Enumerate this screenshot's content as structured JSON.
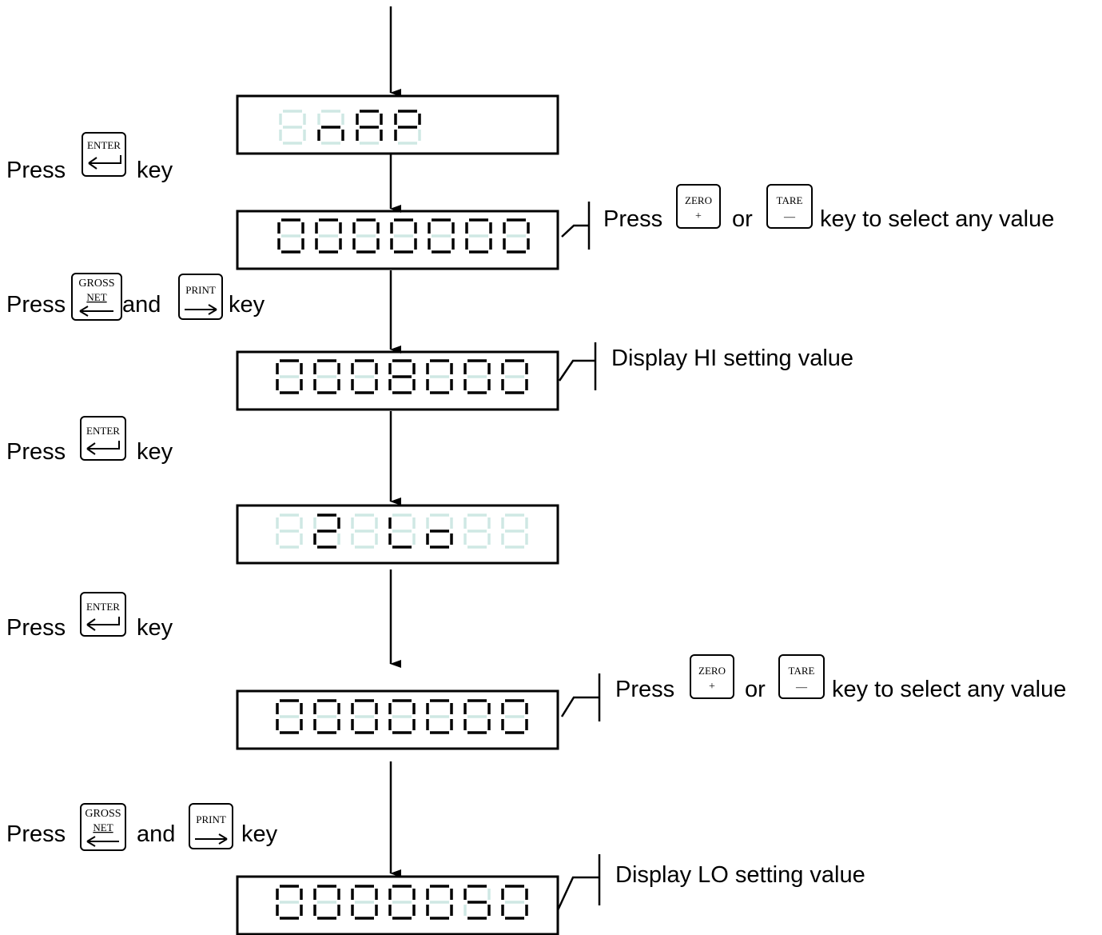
{
  "colors": {
    "seg_on": "#000000",
    "seg_off": "#cfe8e4",
    "line": "#000000"
  },
  "displays": [
    {
      "name": "display-map",
      "chars": [
        "~",
        "n",
        "A",
        "P"
      ]
    },
    {
      "name": "display-hi-edit",
      "chars": [
        "0",
        "0",
        "0",
        "0",
        "0",
        "0",
        "0"
      ]
    },
    {
      "name": "display-hi-value",
      "chars": [
        "0",
        "0",
        "0",
        "8",
        "0",
        "0",
        "0"
      ]
    },
    {
      "name": "display-2lo",
      "chars": [
        "~",
        "2",
        "~",
        "L",
        "o",
        "~",
        "~"
      ]
    },
    {
      "name": "display-lo-edit",
      "chars": [
        "0",
        "0",
        "0",
        "0",
        "0",
        "0",
        "0"
      ]
    },
    {
      "name": "display-lo-value",
      "chars": [
        "0",
        "0",
        "0",
        "0",
        "0",
        "5",
        "0"
      ]
    }
  ],
  "keys": {
    "enter": "ENTER",
    "gross": "GROSS",
    "net": "NET",
    "print": "PRINT",
    "zero": "ZERO",
    "zero_sub": "+",
    "tare": "TARE",
    "tare_sub": "—"
  },
  "steps": {
    "press": "Press",
    "key": "key",
    "and": "and",
    "or": "or",
    "select_suffix": "key to select any value",
    "hi_note": "Display HI setting value",
    "lo_note": "Display LO setting value"
  }
}
